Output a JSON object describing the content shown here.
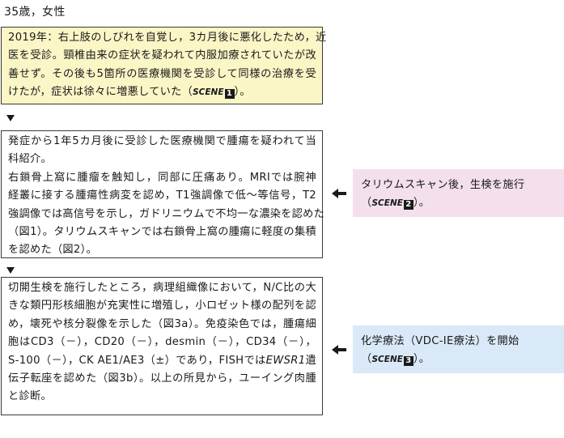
{
  "header": "35歳，女性",
  "box1": {
    "l1": "2019年：右上肢のしびれを自覚し，3カ月後に悪化したため，近",
    "l2": "医を受診。頸椎由来の症状を疑われて内服加療されていたが改",
    "l3": "善せず。その後も5箇所の医療機関を受診して同様の治療を受",
    "l4_pre": "けたが，症状は徐々に増悪していた（",
    "scene_word": "SCENE",
    "scene_num": "1",
    "l4_post": "）。"
  },
  "box2": {
    "l1": "発症から1年5カ月後に受診した医療機関で腫瘍を疑われて当",
    "l2": "科紹介。",
    "l3": "右鎖骨上窩に腫瘤を触知し，同部に圧痛あり。MRIでは腕神",
    "l4": "経叢に接する腫瘍性病変を認め，T1強調像で低〜等信号，T2",
    "l5": "強調像では高信号を示し，ガドリニウムで不均一な濃染を認めた",
    "l6": "（図1）。タリウムスキャンでは右鎖骨上窩の腫瘍に軽度の集積",
    "l7": "を認めた（図2）。"
  },
  "box3": {
    "l1": "切開生検を施行したところ，病理組織像において，N/C比の大",
    "l2": "きな類円形核細胞が充実性に増殖し，小ロゼット様の配列を認",
    "l3": "め，壊死や核分裂像を示した（図3a）。免疫染色では，腫瘍細",
    "l4": "胞はCD3（－），CD20（－），desmin（－），CD34（－），",
    "l5_pre": "S-100（－），CK AE1/AE3（±）であり，FISHでは",
    "l5_gene": "EWSR1",
    "l5_post": "遺",
    "l6": "伝子転座を認めた（図3b）。以上の所見から，ユーイング肉腫",
    "l7": "と診断。"
  },
  "side1": {
    "l1": "タリウムスキャン後，生検を施行",
    "l2_pre": "（",
    "scene_word": "SCENE",
    "scene_num": "2",
    "l2_post": "）。"
  },
  "side2": {
    "l1": "化学療法（VDC-IE療法）を開始",
    "l2_pre": "（",
    "scene_word": "SCENE",
    "scene_num": "3",
    "l2_post": "）。"
  }
}
